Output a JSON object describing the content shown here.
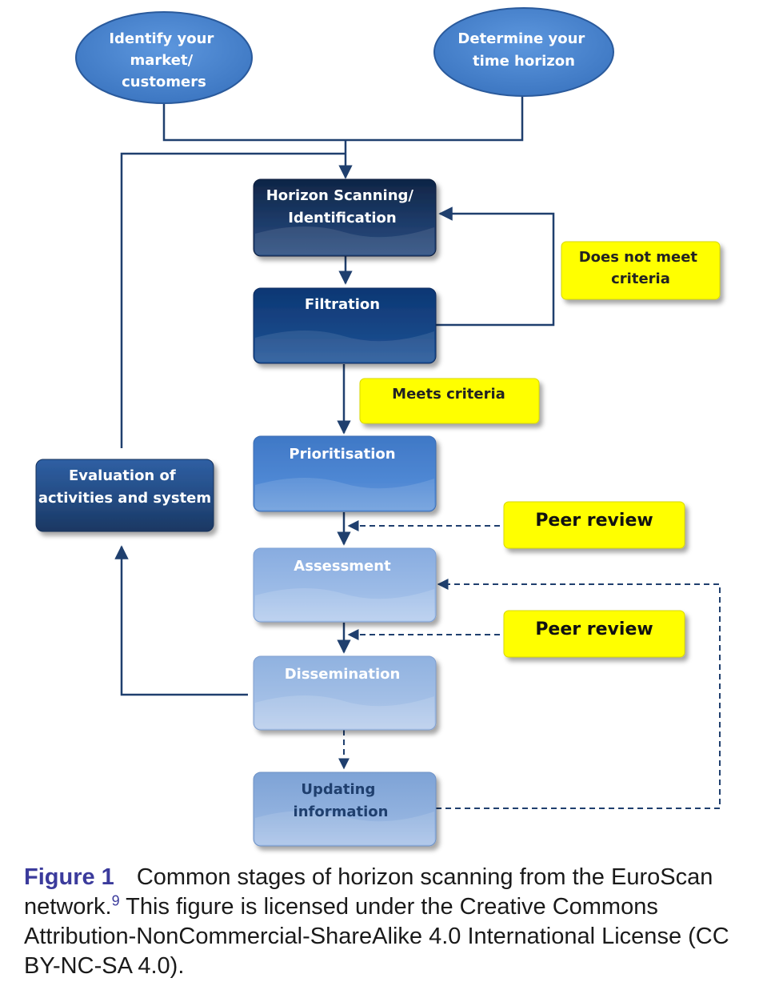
{
  "diagram": {
    "nodes": {
      "market": [
        "Identify your",
        "market/",
        "customers"
      ],
      "time": [
        "Determine your",
        "time horizon"
      ],
      "scanning": [
        "Horizon Scanning/",
        "Identification"
      ],
      "filtration": [
        "Filtration"
      ],
      "prioritisation": [
        "Prioritisation"
      ],
      "assessment": [
        "Assessment"
      ],
      "dissemination": [
        "Dissemination"
      ],
      "updating": [
        "Updating",
        "information"
      ],
      "evaluation": [
        "Evaluation of",
        "activities and system"
      ]
    },
    "notes": {
      "not_meet": [
        "Does not meet",
        "criteria"
      ],
      "meets": [
        "Meets criteria"
      ],
      "peer1": [
        "Peer review"
      ],
      "peer2": [
        "Peer review"
      ]
    },
    "colors": {
      "ellipse": "#4a86cf",
      "line": "#1f3f6e",
      "note": "#ffff00",
      "dark": "#1a3560",
      "mid": "#4a80cc",
      "light": "#8fb2e0"
    }
  },
  "caption": {
    "label": "Figure 1",
    "text_before": "Common stages of horizon scanning from the EuroScan network.",
    "ref": "9",
    "text_after": " This figure is licensed under the Creative Commons Attribution-NonCommercial-ShareAlike 4.0 International License (CC BY-NC-SA 4.0)."
  }
}
